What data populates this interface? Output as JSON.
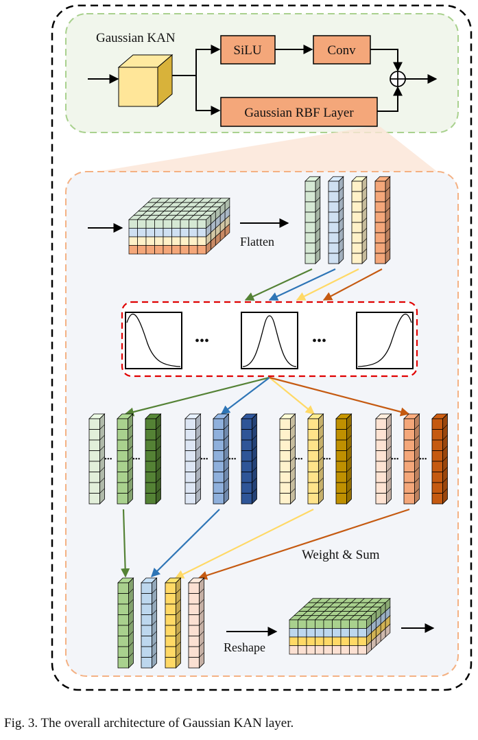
{
  "diagram": {
    "top_title": "Gaussian KAN",
    "silu_label": "SiLU",
    "conv_label": "Conv",
    "rbf_label": "Gaussian RBF Layer",
    "flatten_label": "Flatten",
    "weight_sum_label": "Weight & Sum",
    "reshape_label": "Reshape",
    "ellipsis": "•••",
    "colors": {
      "green": "#d5e8d4",
      "blue": "#cfe0f2",
      "yellow": "#fff1c8",
      "orange": "#f4a77a",
      "green_arrow": "#548235",
      "blue_arrow": "#2e75b6",
      "yellow_arrow": "#ffd966",
      "orange_arrow": "#c55a11",
      "top_panel_border": "#a9d18e",
      "bottom_panel_border": "#f4b183",
      "red_dashed": "#e00000"
    }
  },
  "caption": "Fig. 3.  The overall architecture of Gaussian KAN layer."
}
